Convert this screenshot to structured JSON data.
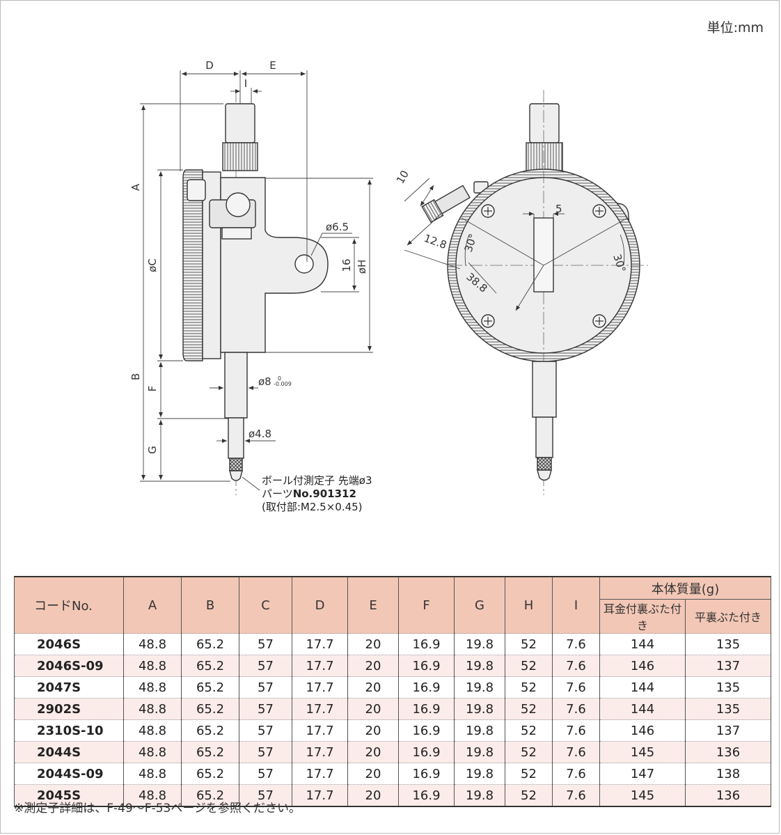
{
  "unit_label": "単位:mm",
  "drawing": {
    "dims": {
      "A": "A",
      "B": "B",
      "C": "øC",
      "D": "D",
      "E": "E",
      "F": "F",
      "G": "G",
      "H": "øH",
      "I": "I",
      "lug_hole": "ø6.5",
      "lug_height": "16",
      "stem": "ø8",
      "stem_tol_upper": "0",
      "stem_tol_lower": "-0.009",
      "spindle": "ø4.8",
      "cap_len": "10",
      "cap_offset": "12.8",
      "radius": "38.8",
      "angle_left": "30°",
      "angle_right": "30°",
      "slot": "5"
    },
    "contact_point": {
      "line1": "ボール付測定子 先端ø3",
      "line2_prefix": "パーツ",
      "line2_part": "No.901312",
      "line3": "(取付部:M2.5×0.45)"
    }
  },
  "table": {
    "header": {
      "code": "コードNo.",
      "cols": [
        "A",
        "B",
        "C",
        "D",
        "E",
        "F",
        "G",
        "H",
        "I"
      ],
      "mass": "本体質量(g)",
      "mass_sub": [
        "耳金付裏ぶた付き",
        "平裏ぶた付き"
      ]
    },
    "rows": [
      {
        "code": "2046S",
        "vals": [
          "48.8",
          "65.2",
          "57",
          "17.7",
          "20",
          "16.9",
          "19.8",
          "52",
          "7.6",
          "144",
          "135"
        ]
      },
      {
        "code": "2046S-09",
        "vals": [
          "48.8",
          "65.2",
          "57",
          "17.7",
          "20",
          "16.9",
          "19.8",
          "52",
          "7.6",
          "146",
          "137"
        ]
      },
      {
        "code": "2047S",
        "vals": [
          "48.8",
          "65.2",
          "57",
          "17.7",
          "20",
          "16.9",
          "19.8",
          "52",
          "7.6",
          "144",
          "135"
        ]
      },
      {
        "code": "2902S",
        "vals": [
          "48.8",
          "65.2",
          "57",
          "17.7",
          "20",
          "16.9",
          "19.8",
          "52",
          "7.6",
          "144",
          "135"
        ]
      },
      {
        "code": "2310S-10",
        "vals": [
          "48.8",
          "65.2",
          "57",
          "17.7",
          "20",
          "16.9",
          "19.8",
          "52",
          "7.6",
          "146",
          "137"
        ]
      },
      {
        "code": "2044S",
        "vals": [
          "48.8",
          "65.2",
          "57",
          "17.7",
          "20",
          "16.9",
          "19.8",
          "52",
          "7.6",
          "145",
          "136"
        ]
      },
      {
        "code": "2044S-09",
        "vals": [
          "48.8",
          "65.2",
          "57",
          "17.7",
          "20",
          "16.9",
          "19.8",
          "52",
          "7.6",
          "147",
          "138"
        ]
      },
      {
        "code": "2045S",
        "vals": [
          "48.8",
          "65.2",
          "57",
          "17.7",
          "20",
          "16.9",
          "19.8",
          "52",
          "7.6",
          "145",
          "136"
        ]
      }
    ]
  },
  "footnote": "※測定子詳細は、F-49〜F-53ページを参照ください。"
}
